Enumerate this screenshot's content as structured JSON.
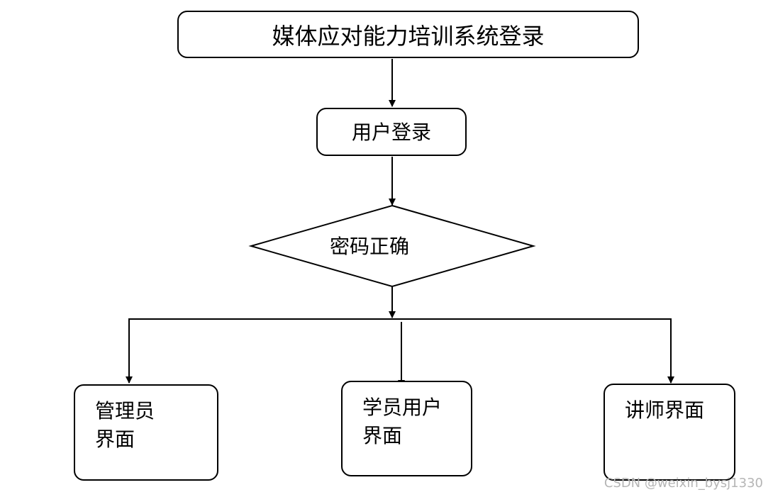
{
  "diagram": {
    "title": "媒体应对能力培训系统登录",
    "login": "用户登录",
    "decision": "密码正确",
    "branches": {
      "admin": {
        "line1": "管理员",
        "line2": "界面"
      },
      "student": {
        "line1": "学员用户",
        "line2": "界面"
      },
      "lecturer": {
        "line1": "讲师界面"
      }
    }
  },
  "watermark": "CSDN @weixin_bysj1330",
  "colors": {
    "stroke": "#000000",
    "background": "#ffffff",
    "watermark": "#b5b5b5"
  }
}
